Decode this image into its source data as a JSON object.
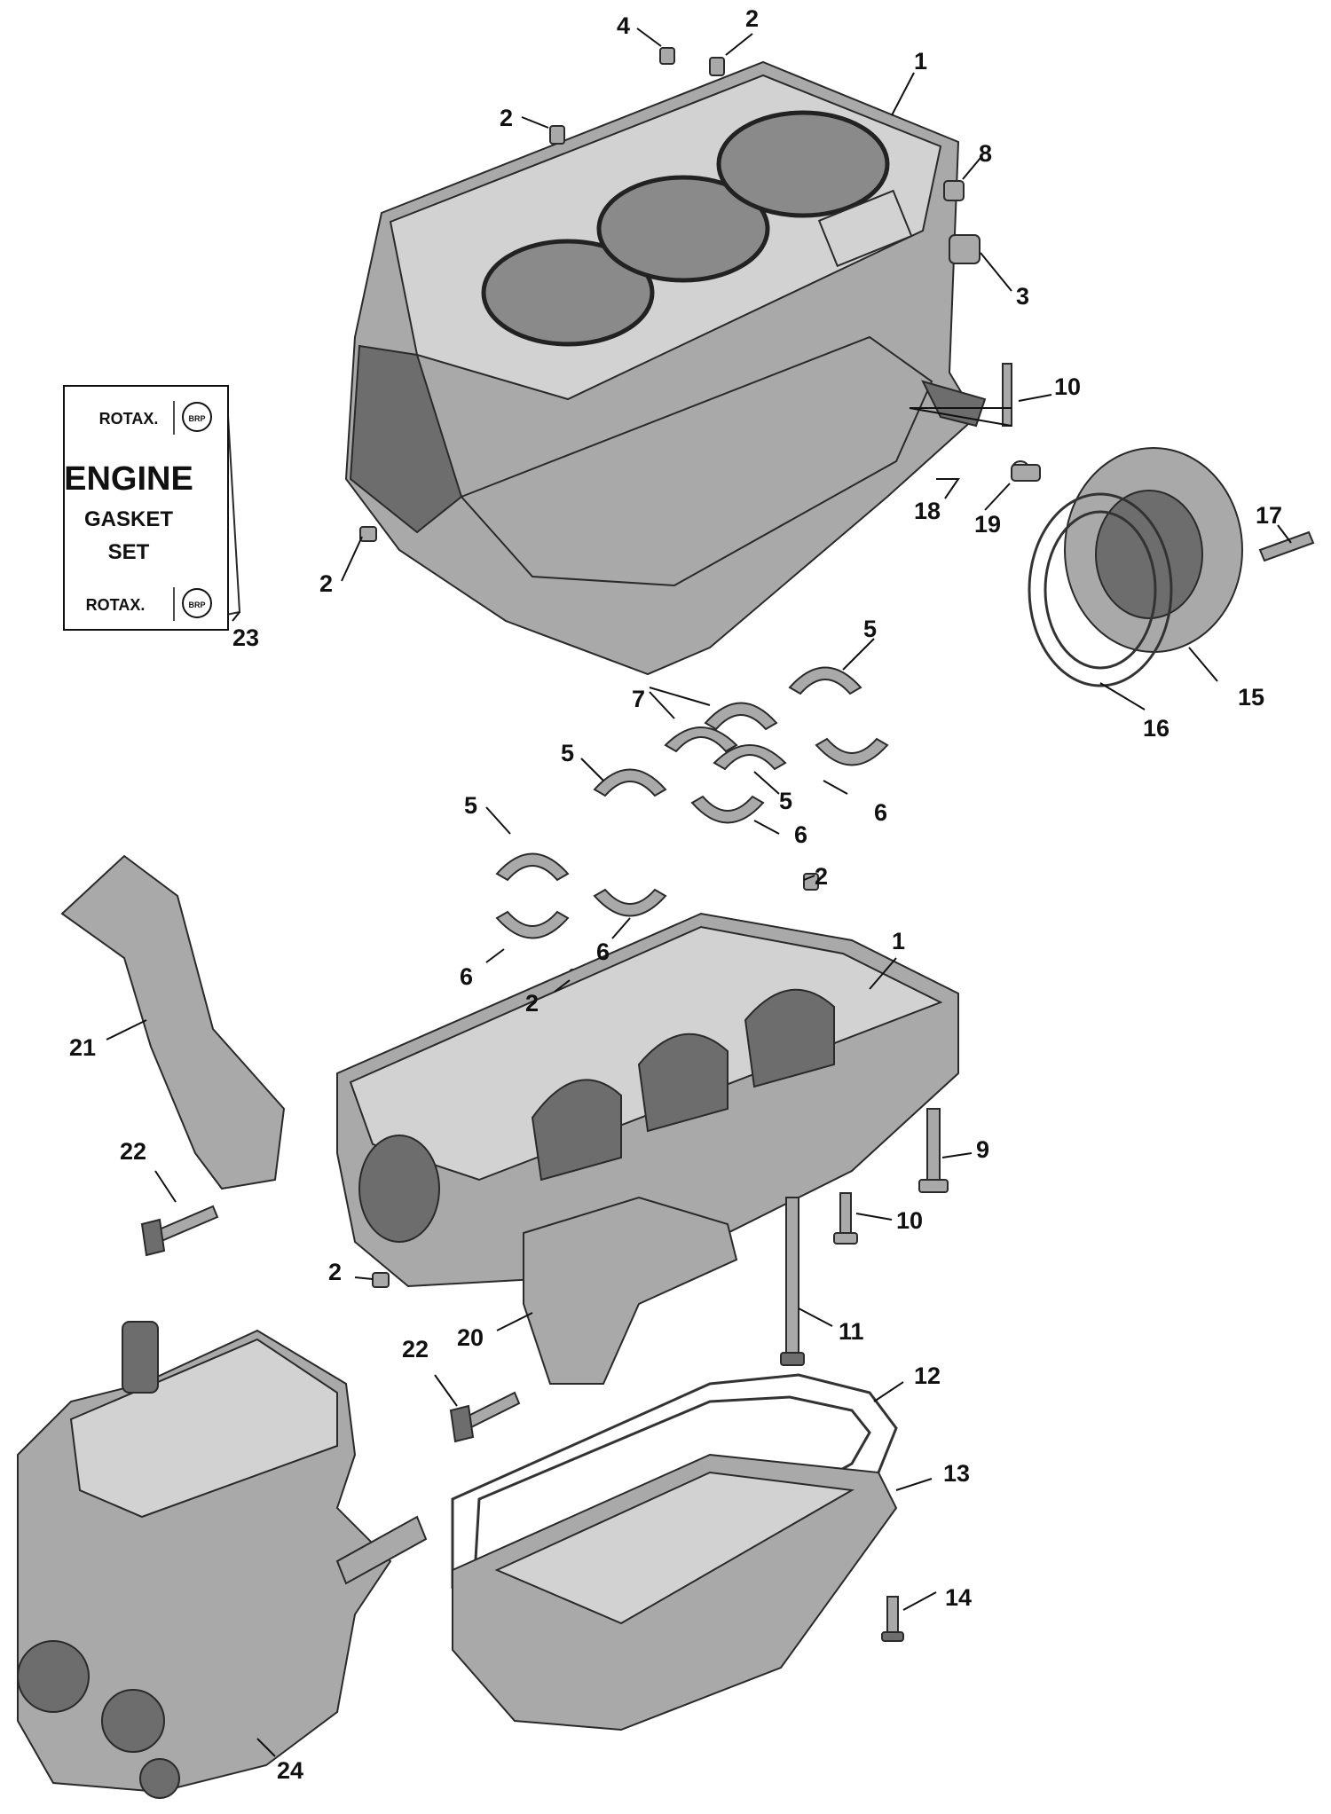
{
  "kit": {
    "brand_top": "ROTAX.",
    "title": "ENGINE",
    "line2": "GASKET",
    "line3": "SET",
    "brand_bottom": "ROTAX.",
    "badge": "BRP"
  },
  "callouts": [
    {
      "id": "c1a",
      "label": "1"
    },
    {
      "id": "c2a",
      "label": "2"
    },
    {
      "id": "c4",
      "label": "4"
    },
    {
      "id": "c2b",
      "label": "2"
    },
    {
      "id": "c8",
      "label": "8"
    },
    {
      "id": "c3",
      "label": "3"
    },
    {
      "id": "c10a",
      "label": "10"
    },
    {
      "id": "c18",
      "label": "18"
    },
    {
      "id": "c19",
      "label": "19"
    },
    {
      "id": "c17",
      "label": "17"
    },
    {
      "id": "c2c",
      "label": "2"
    },
    {
      "id": "c23",
      "label": "23"
    },
    {
      "id": "c5a",
      "label": "5"
    },
    {
      "id": "c7",
      "label": "7"
    },
    {
      "id": "c15",
      "label": "15"
    },
    {
      "id": "c16",
      "label": "16"
    },
    {
      "id": "c5b",
      "label": "5"
    },
    {
      "id": "c5c",
      "label": "5"
    },
    {
      "id": "c6a",
      "label": "6"
    },
    {
      "id": "c5d",
      "label": "5"
    },
    {
      "id": "c6b",
      "label": "6"
    },
    {
      "id": "c2d",
      "label": "2"
    },
    {
      "id": "c6c",
      "label": "6"
    },
    {
      "id": "c6d",
      "label": "6"
    },
    {
      "id": "c2e",
      "label": "2"
    },
    {
      "id": "c1b",
      "label": "1"
    },
    {
      "id": "c21",
      "label": "21"
    },
    {
      "id": "c9",
      "label": "9"
    },
    {
      "id": "c22a",
      "label": "22"
    },
    {
      "id": "c10b",
      "label": "10"
    },
    {
      "id": "c2f",
      "label": "2"
    },
    {
      "id": "c20",
      "label": "20"
    },
    {
      "id": "c11",
      "label": "11"
    },
    {
      "id": "c22b",
      "label": "22"
    },
    {
      "id": "c12",
      "label": "12"
    },
    {
      "id": "c13",
      "label": "13"
    },
    {
      "id": "c14",
      "label": "14"
    },
    {
      "id": "c24",
      "label": "24"
    }
  ]
}
